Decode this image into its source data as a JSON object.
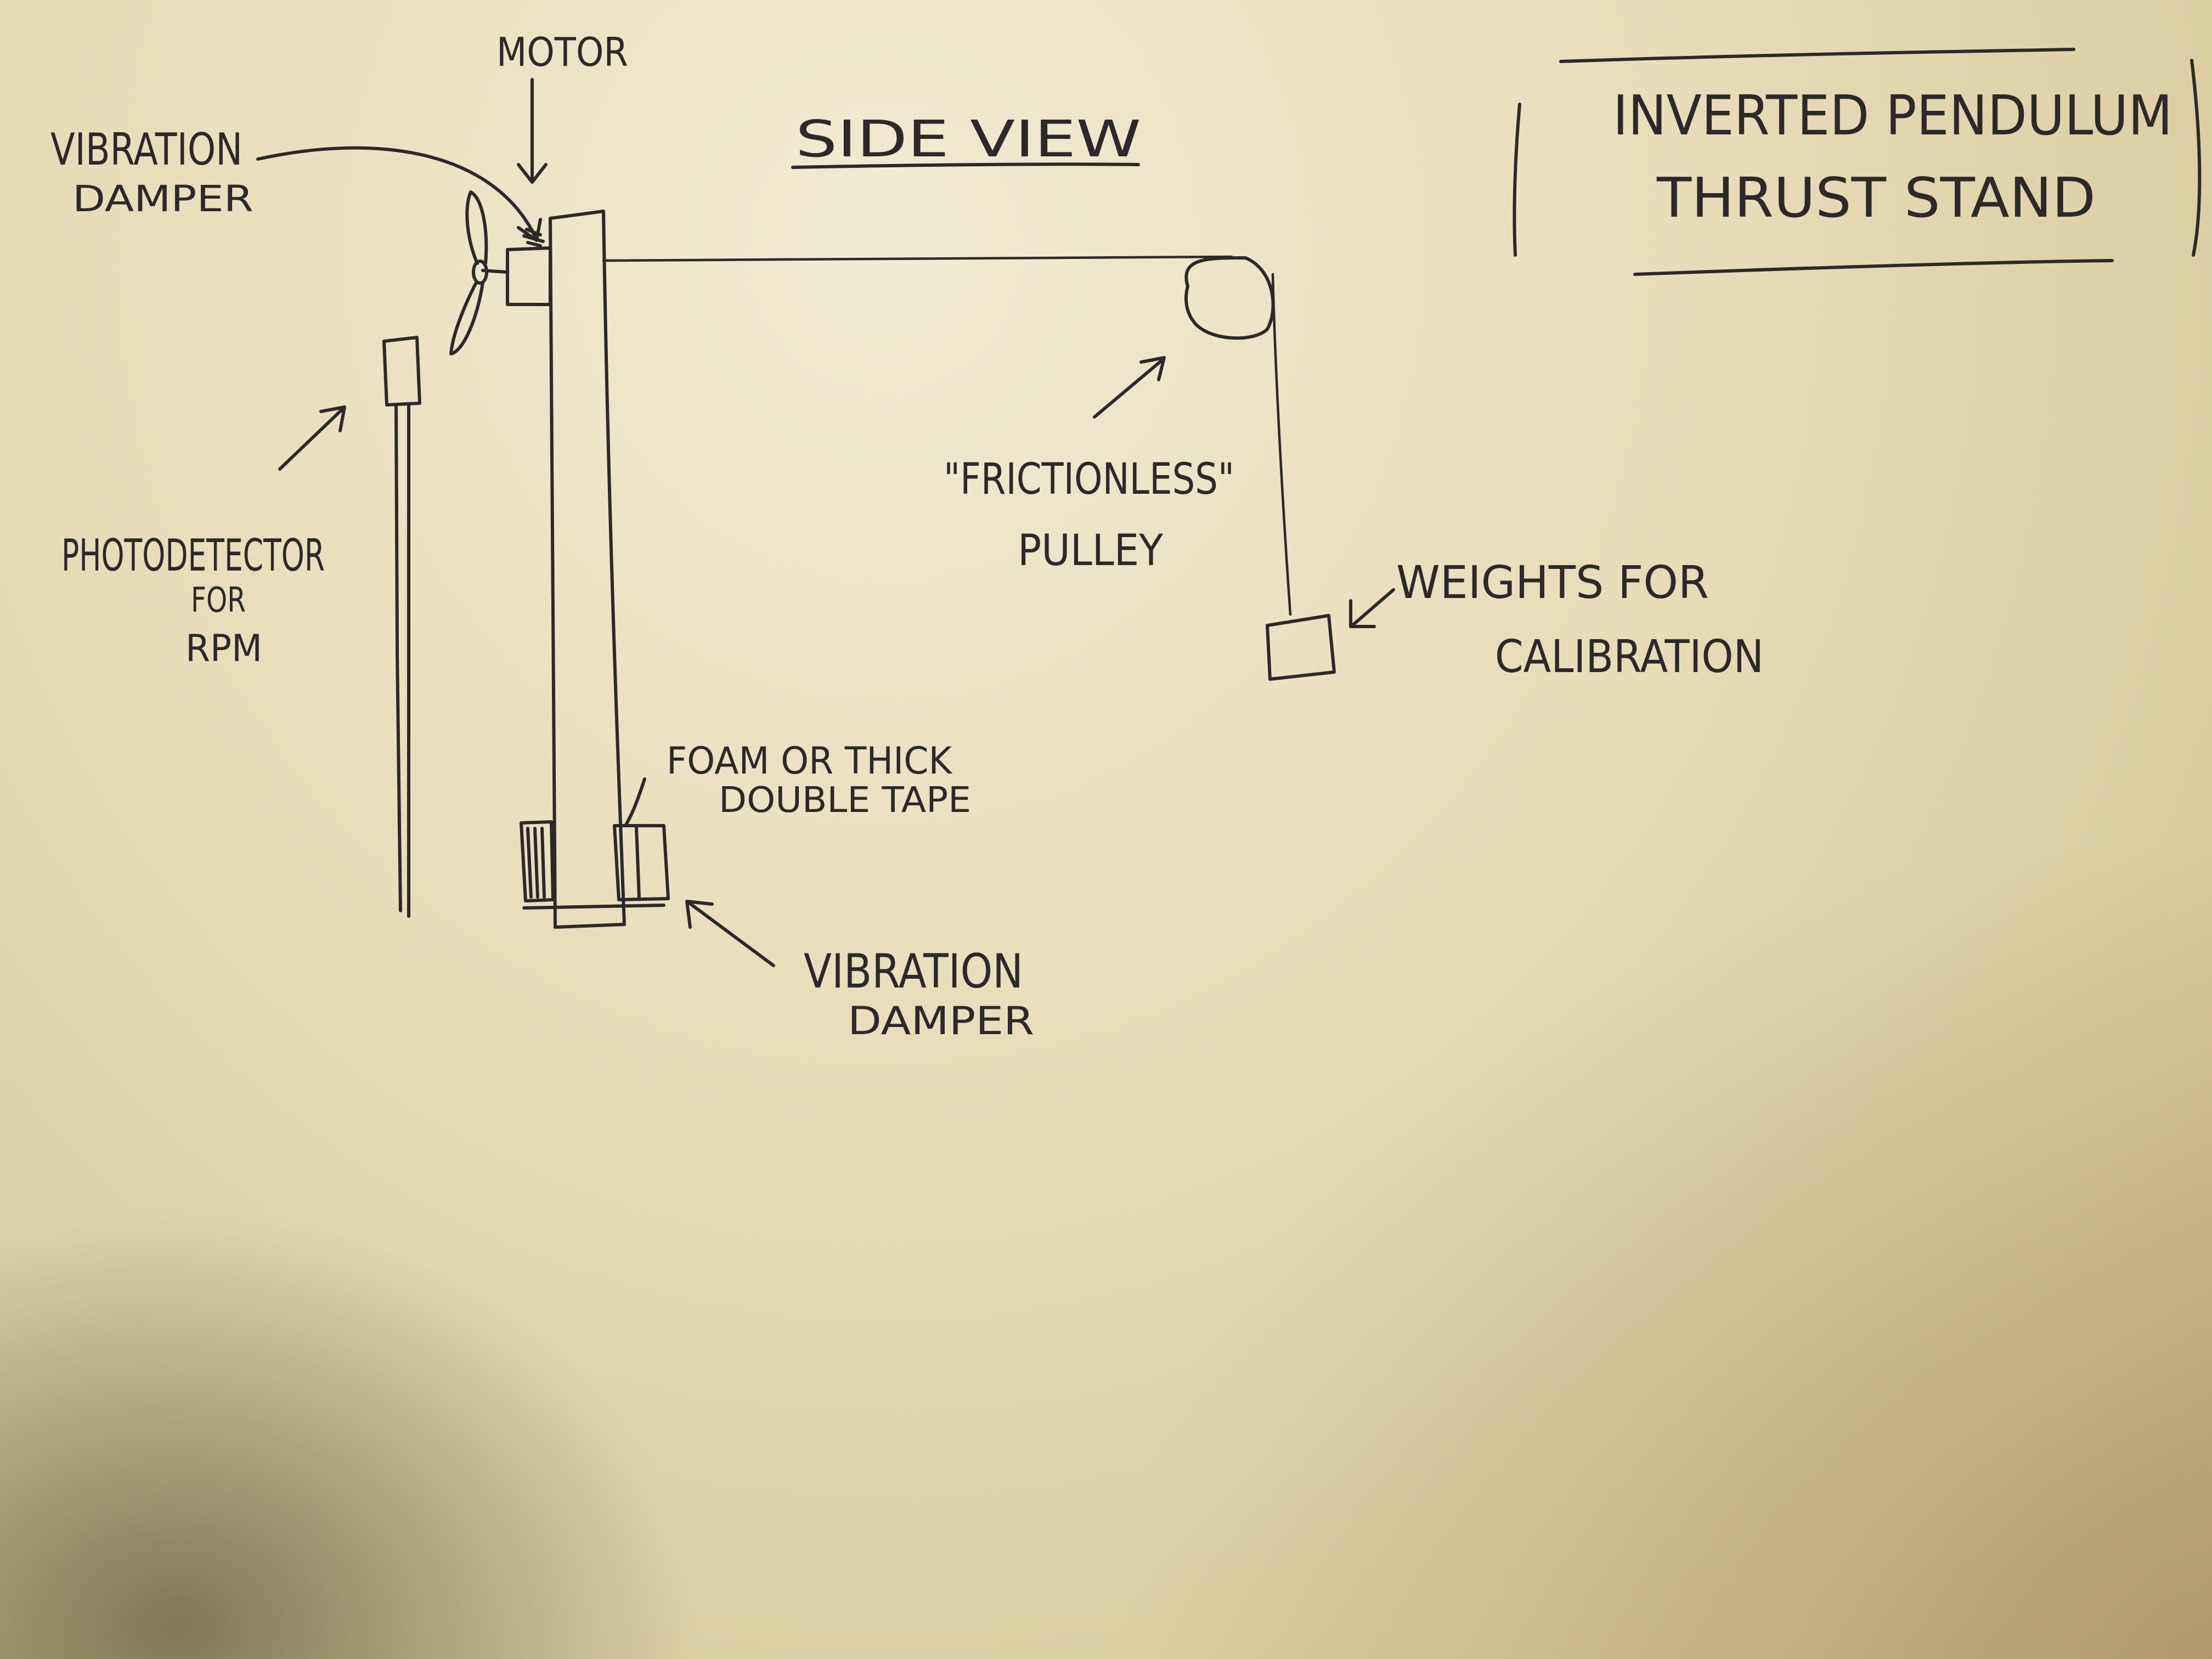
{
  "title": {
    "line1": "INVERTED PENDULUM",
    "line2": "THRUST STAND"
  },
  "view_label": "SIDE VIEW",
  "labels": {
    "motor": "MOTOR",
    "vibration_damper_top_line1": "VIBRATION",
    "vibration_damper_top_line2": "DAMPER",
    "photodetector_line1": "PHOTODETECTOR",
    "photodetector_line2": "FOR",
    "photodetector_line3": "RPM",
    "pulley_line1": "\"FRICTIONLESS\"",
    "pulley_line2": "PULLEY",
    "weights_line1": "WEIGHTS FOR",
    "weights_line2": "CALIBRATION",
    "tape_line1": "FOAM OR THICK",
    "tape_line2": "DOUBLE TAPE",
    "vibration_damper_bottom_line1": "VIBRATION",
    "vibration_damper_bottom_line2": "DAMPER"
  },
  "colors": {
    "paper": "#e6dcb8",
    "ink": "#2b2a28"
  }
}
